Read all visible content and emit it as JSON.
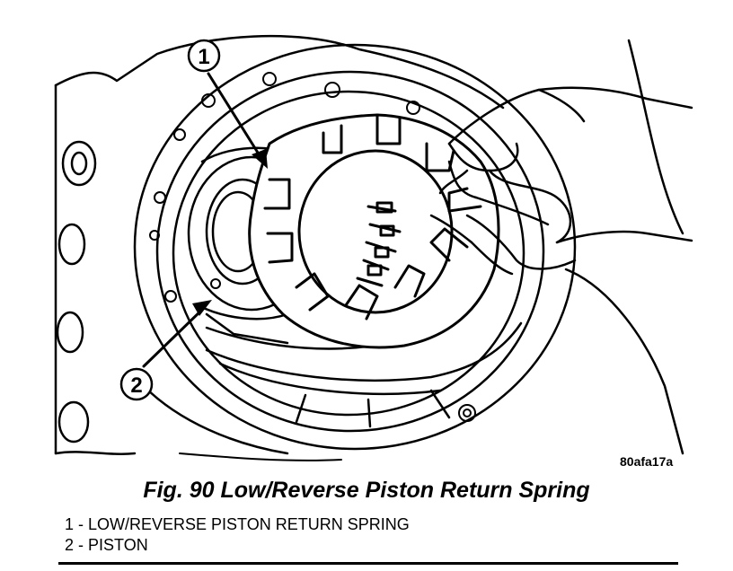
{
  "figure": {
    "code": "80afa17a",
    "caption": "Fig. 90 Low/Reverse Piston Return Spring"
  },
  "callouts": [
    {
      "number": "1"
    },
    {
      "number": "2"
    }
  ],
  "legend": [
    {
      "number": "1",
      "text": "1 - LOW/REVERSE PISTON RETURN SPRING"
    },
    {
      "number": "2",
      "text": "2 - PISTON"
    }
  ]
}
